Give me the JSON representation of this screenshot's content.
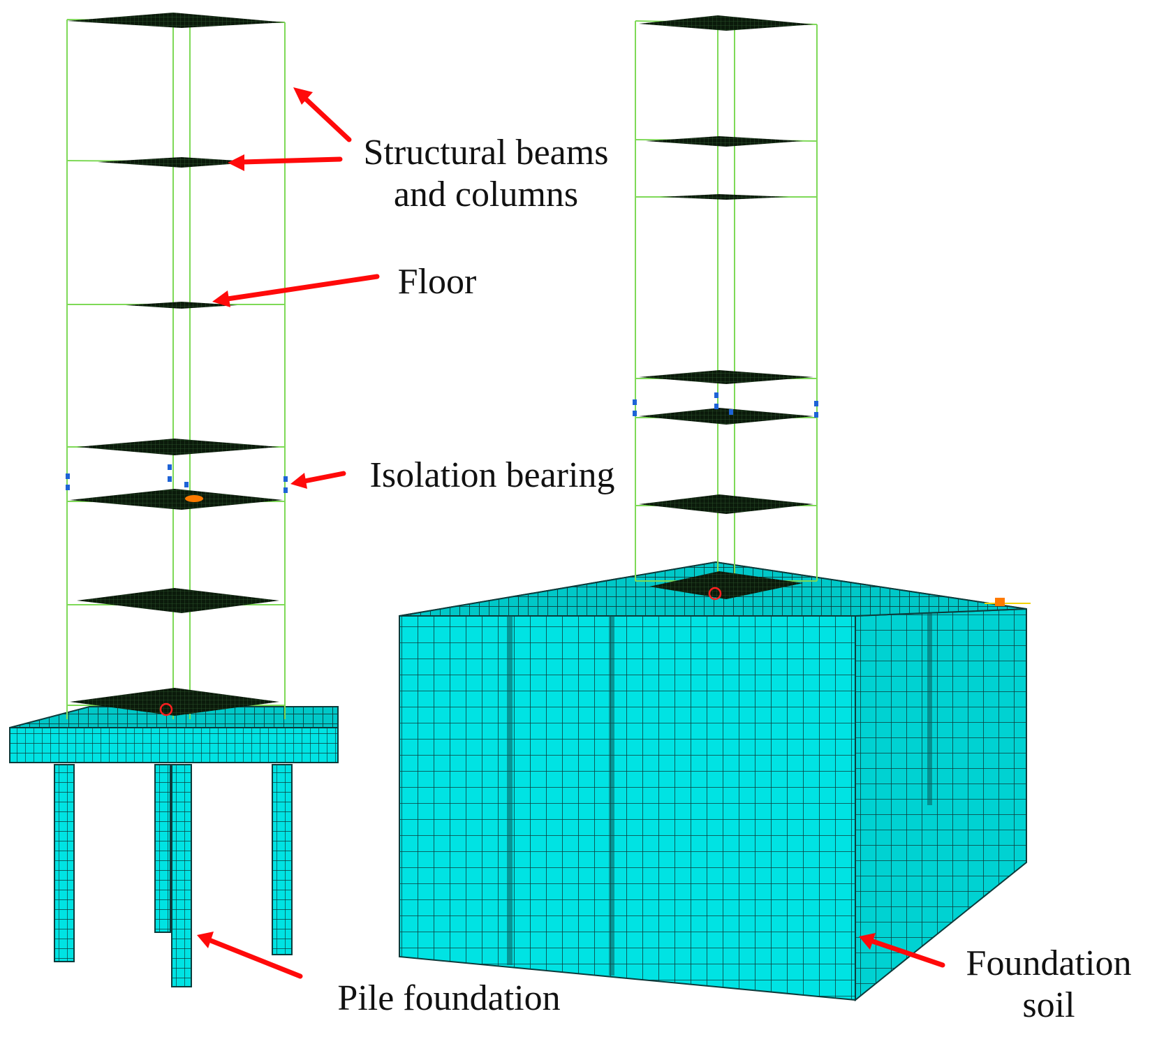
{
  "labels": {
    "beams_line1": "Structural beams",
    "beams_line2": "and columns",
    "floor": "Floor",
    "bearing": "Isolation bearing",
    "pile": "Pile foundation",
    "soil_line1": "Foundation",
    "soil_line2": "soil"
  },
  "colors": {
    "mesh": "#00e6e6",
    "mesh_line": "#0d3b3b",
    "frame": "#7ed957",
    "slab": "#0b1a0b",
    "arrow": "#ff0a0a",
    "bearing": "#1e63d6",
    "marker": "#ff7a00"
  }
}
